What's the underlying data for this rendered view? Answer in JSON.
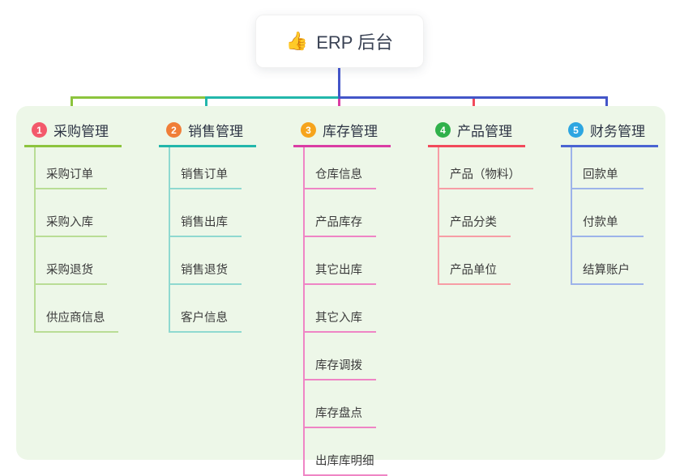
{
  "root": {
    "icon": "👍",
    "label": "ERP 后台"
  },
  "colors": {
    "trunk": "#4355c8",
    "panel_bg": "#edf7e8"
  },
  "branches": [
    {
      "num": "1",
      "title": "采购管理",
      "badge_color": "#f3596b",
      "line_color": "#8cc43d",
      "child_line_color": "#b9dd95",
      "children": [
        "采购订单",
        "采购入库",
        "采购退货",
        "供应商信息"
      ]
    },
    {
      "num": "2",
      "title": "销售管理",
      "badge_color": "#f07e38",
      "line_color": "#22b7ab",
      "child_line_color": "#8fd9d0",
      "children": [
        "销售订单",
        "销售出库",
        "销售退货",
        "客户信息"
      ]
    },
    {
      "num": "3",
      "title": "库存管理",
      "badge_color": "#f6a41d",
      "line_color": "#da3da4",
      "child_line_color": "#ef85c5",
      "children": [
        "仓库信息",
        "产品库存",
        "其它出库",
        "其它入库",
        "库存调拨",
        "库存盘点",
        "出库库明细"
      ]
    },
    {
      "num": "4",
      "title": "产品管理",
      "badge_color": "#30b14b",
      "line_color": "#f24a5b",
      "child_line_color": "#f79da5",
      "children": [
        "产品（物料）",
        "产品分类",
        "产品单位"
      ]
    },
    {
      "num": "5",
      "title": "财务管理",
      "badge_color": "#2da6e1",
      "line_color": "#4a64d2",
      "child_line_color": "#9db3ea",
      "children": [
        "回款单",
        "付款单",
        "结算账户"
      ]
    }
  ]
}
